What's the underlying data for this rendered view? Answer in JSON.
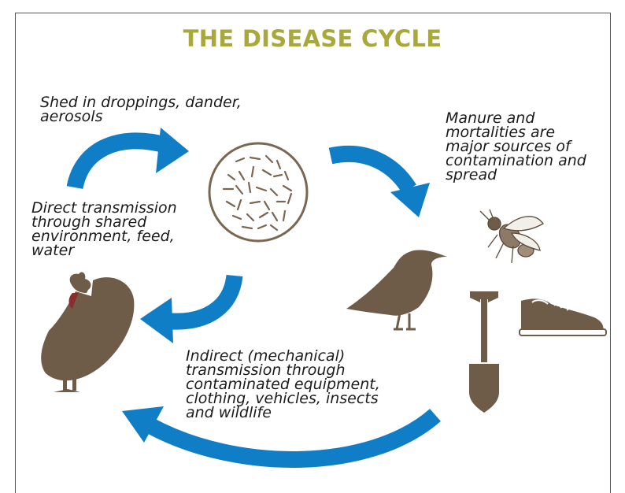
{
  "title": "THE DISEASE CYCLE",
  "labels": {
    "shed": "Shed in droppings, dander,\naerosols",
    "manure": "Manure and\nmortalities are\nmajor sources of\ncontamination and\nspread",
    "direct": "Direct transmission\nthrough shared\nenvironment, feed,\nwater",
    "indirect": "Indirect (mechanical)\ntransmission through\ncontaminated equipment,\nclothing, vehicles, insects\nand wildlife"
  },
  "colors": {
    "title": "#a9a83a",
    "arrow": "#0f7ec6",
    "silhouette": "#6e5b48"
  },
  "icons": [
    "bacteria-icon",
    "crow-icon",
    "fly-icon",
    "shoe-icon",
    "shovel-icon",
    "rooster-icon"
  ]
}
